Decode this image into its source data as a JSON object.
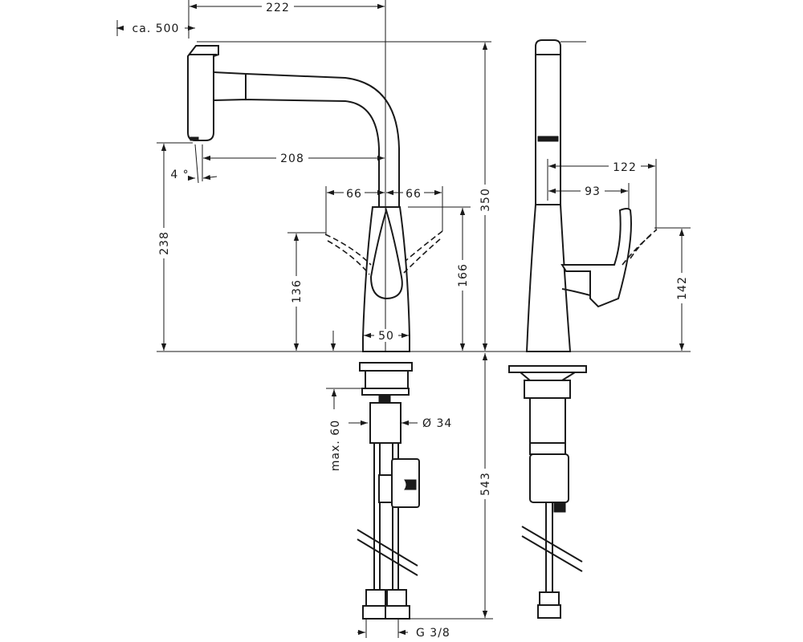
{
  "dimensions": {
    "spout_reach": "222",
    "hose_extension": "ca. 500",
    "aerator_reach": "208",
    "spray_angle": "4 °",
    "lever_left": "66",
    "lever_right": "66",
    "outlet_height": "238",
    "lever_height": "136",
    "body_height": "166",
    "base_diameter": "50",
    "total_height": "350",
    "side_reach_outer": "122",
    "side_reach_inner": "93",
    "side_lever_height": "142",
    "max_deck_thickness": "max. 60",
    "shank_diameter": "Ø 34",
    "hose_length": "543",
    "connection_thread": "G 3/8"
  }
}
